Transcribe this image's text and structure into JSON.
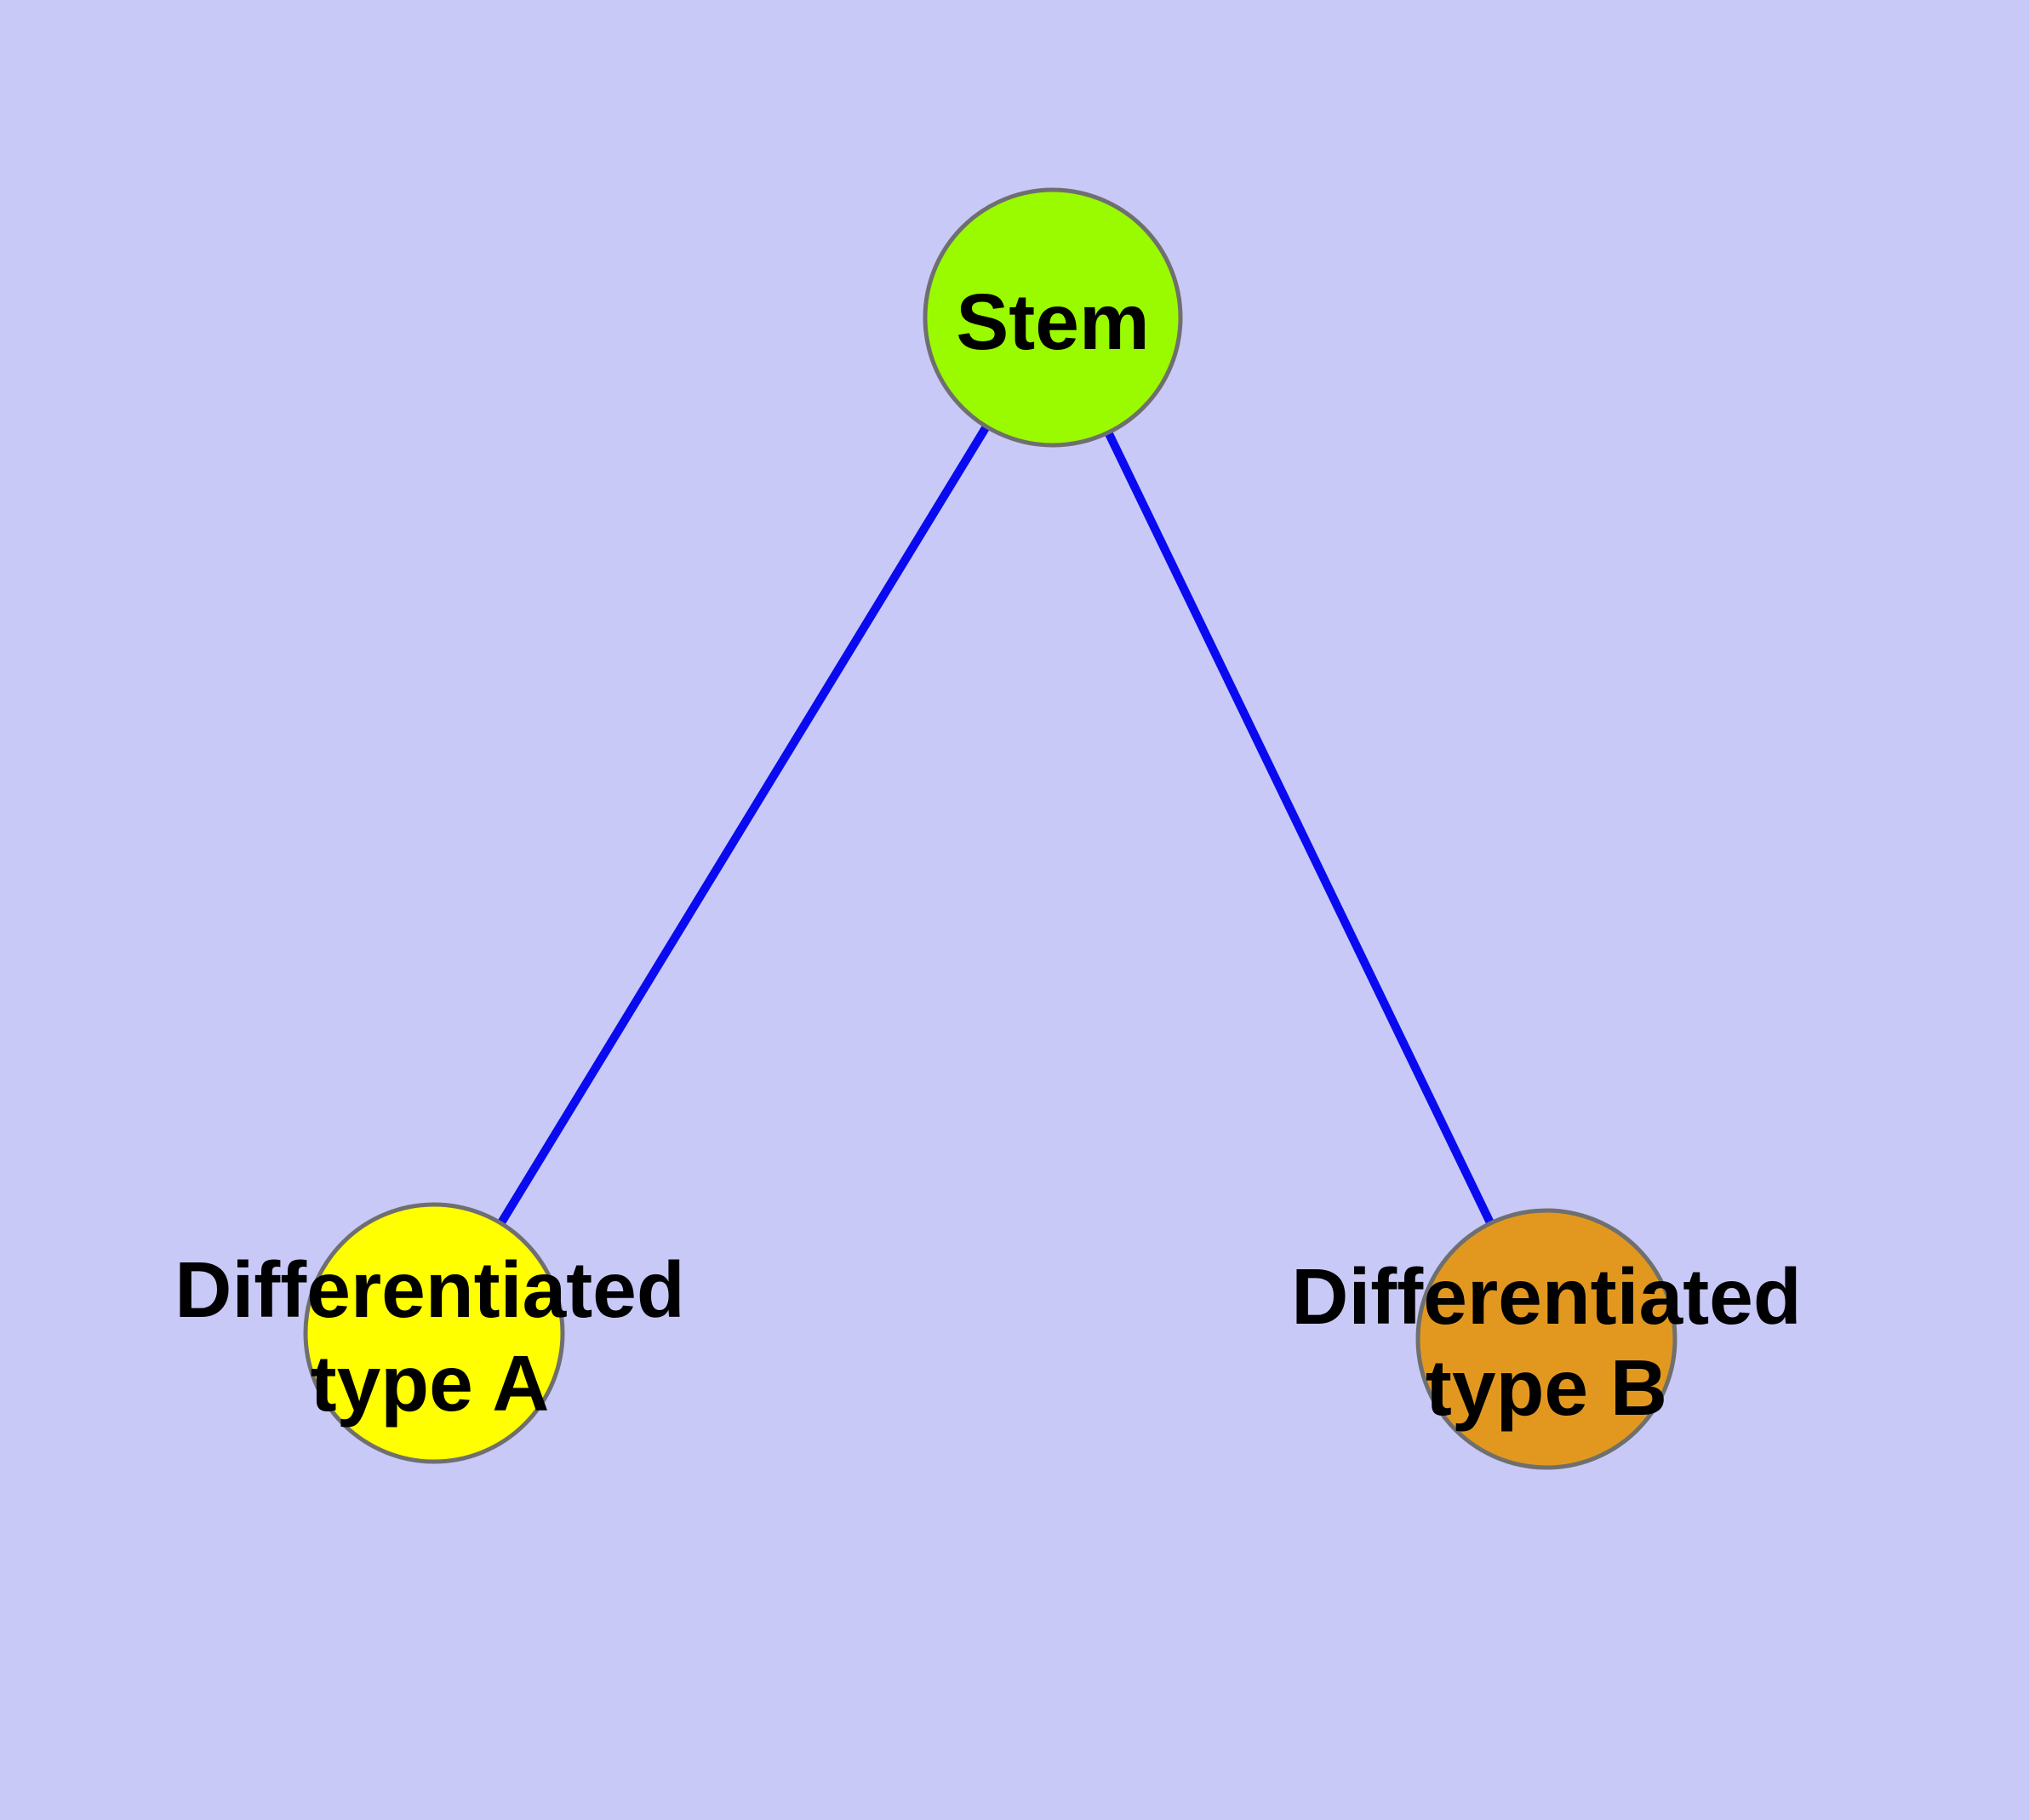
{
  "diagram": {
    "background_color": "#c9c9f8",
    "edge_color": "#0a0af0",
    "node_border_color": "#6f6f6f",
    "text_color": "#000000",
    "nodes": {
      "stem": {
        "label": "Stem",
        "fill": "#9afa00"
      },
      "diff_a": {
        "label_line1": "Differentiated",
        "label_line2": "type A",
        "fill": "#ffff00"
      },
      "diff_b": {
        "label_line1": "Differentiated",
        "label_line2": "type B",
        "fill": "#e2981f"
      }
    },
    "edges": [
      {
        "from": "Stem",
        "to": "Differentiated type A"
      },
      {
        "from": "Stem",
        "to": "Differentiated type B"
      }
    ]
  }
}
